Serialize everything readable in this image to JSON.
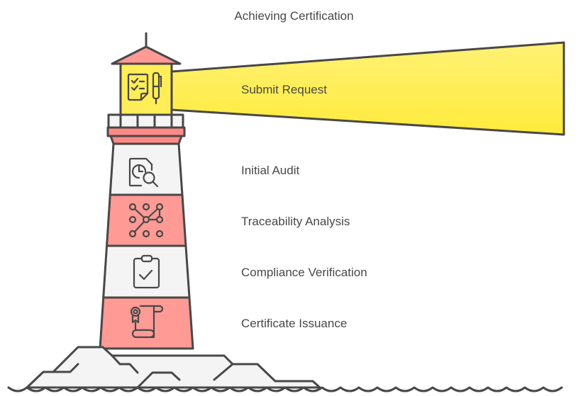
{
  "title": "Achieving Certification",
  "steps": [
    {
      "label": "Submit Request",
      "icon": "checklist-pen-icon"
    },
    {
      "label": "Initial Audit",
      "icon": "document-clock-search-icon"
    },
    {
      "label": "Traceability Analysis",
      "icon": "network-nodes-icon"
    },
    {
      "label": "Compliance Verification",
      "icon": "clipboard-check-icon"
    },
    {
      "label": "Certificate Issuance",
      "icon": "certificate-scroll-icon"
    }
  ],
  "colors": {
    "beam": "#ffee58",
    "lantern": "#ffee58",
    "red_band": "#ff9a95",
    "white_band": "#f4f4f4",
    "rock": "#f4f4f4",
    "outline": "#484848",
    "text": "#484848"
  }
}
